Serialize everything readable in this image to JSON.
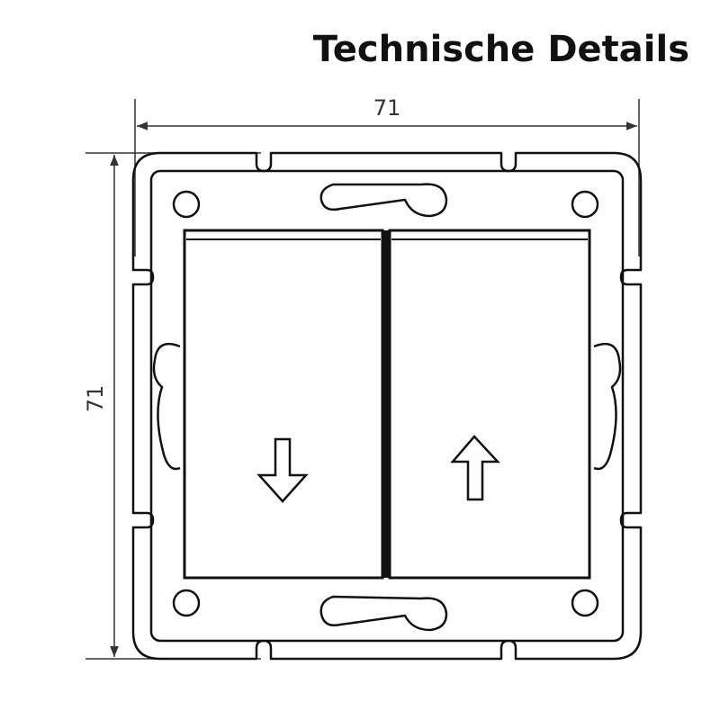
{
  "title": "Technische Details",
  "dimensions": {
    "width_label": "71",
    "height_label": "71"
  },
  "buttons": {
    "left_icon": "arrow-down-icon",
    "right_icon": "arrow-up-icon"
  },
  "colors": {
    "stroke": "#111111",
    "dimension_line": "#333333",
    "background": "#ffffff"
  }
}
